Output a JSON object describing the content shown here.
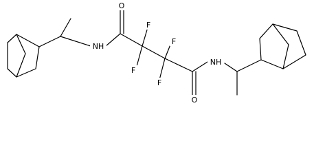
{
  "molecule": {
    "atom_labels": {
      "o_left": "O",
      "o_right": "O",
      "nh_left": "NH",
      "nh_right": "NH",
      "f1": "F",
      "f2": "F",
      "f3": "F",
      "f4": "F"
    },
    "colors": {
      "bond": "#000000",
      "text": "#000000",
      "background": "#ffffff"
    }
  }
}
